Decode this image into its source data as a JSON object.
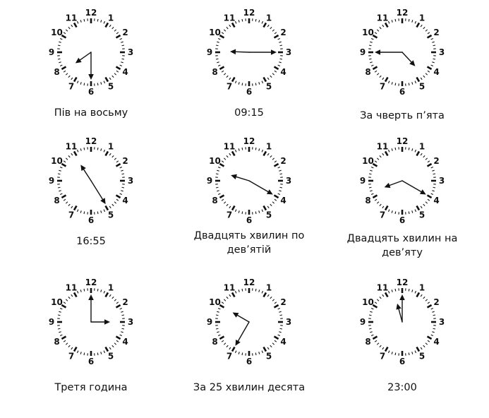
{
  "dial_numbers": [
    "12",
    "1",
    "2",
    "3",
    "4",
    "5",
    "6",
    "7",
    "8",
    "9",
    "10",
    "11"
  ],
  "clocks": [
    {
      "hour_angle": 235,
      "minute_angle": 180,
      "caption": "Пів на восьму"
    },
    {
      "hour_angle": 272,
      "minute_angle": 90,
      "caption": "09:15"
    },
    {
      "hour_angle": 137,
      "minute_angle": 270,
      "caption": "За чверть п’ята"
    },
    {
      "hour_angle": 327,
      "minute_angle": 148,
      "caption": "16:55"
    },
    {
      "hour_angle": 287,
      "minute_angle": 120,
      "caption": "Двадцять хвилин по дев’ятій"
    },
    {
      "hour_angle": 250,
      "minute_angle": 120,
      "caption": "Двадцять хвилин на дев’яту"
    },
    {
      "hour_angle": 90,
      "minute_angle": 0,
      "caption": "Третя година"
    },
    {
      "hour_angle": 300,
      "minute_angle": 210,
      "caption": "За 25 хвилин десята"
    },
    {
      "hour_angle": 345,
      "minute_angle": 0,
      "caption": "23:00"
    }
  ]
}
